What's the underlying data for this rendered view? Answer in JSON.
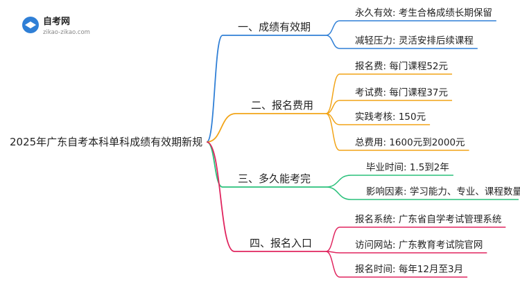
{
  "logo": {
    "name": "自考网",
    "url_text": "zikao-zikao.com"
  },
  "root": {
    "label": "2025年广东自考本科单科成绩有效期新规"
  },
  "branches": [
    {
      "label": "一、成绩有效期",
      "color": "#2f7fd6",
      "leaves": [
        "永久有效: 考生合格成绩长期保留",
        "减轻压力: 灵活安排后续课程"
      ]
    },
    {
      "label": "二、报名费用",
      "color": "#f2a417",
      "leaves": [
        "报名费: 每门课程52元",
        "考试费: 每门课程37元",
        "实践考核: 150元",
        "总费用: 1600元到2000元"
      ]
    },
    {
      "label": "三、多久能考完",
      "color": "#28c07a",
      "leaves": [
        "毕业时间: 1.5到2年",
        "影响因素: 学习能力、专业、课程数量"
      ]
    },
    {
      "label": "四、报名入口",
      "color": "#e0245e",
      "leaves": [
        "报名系统: 广东省自学考试管理系统",
        "访问网站: 广东教育考试院官网",
        "报名时间: 每年12月至3月"
      ]
    }
  ]
}
